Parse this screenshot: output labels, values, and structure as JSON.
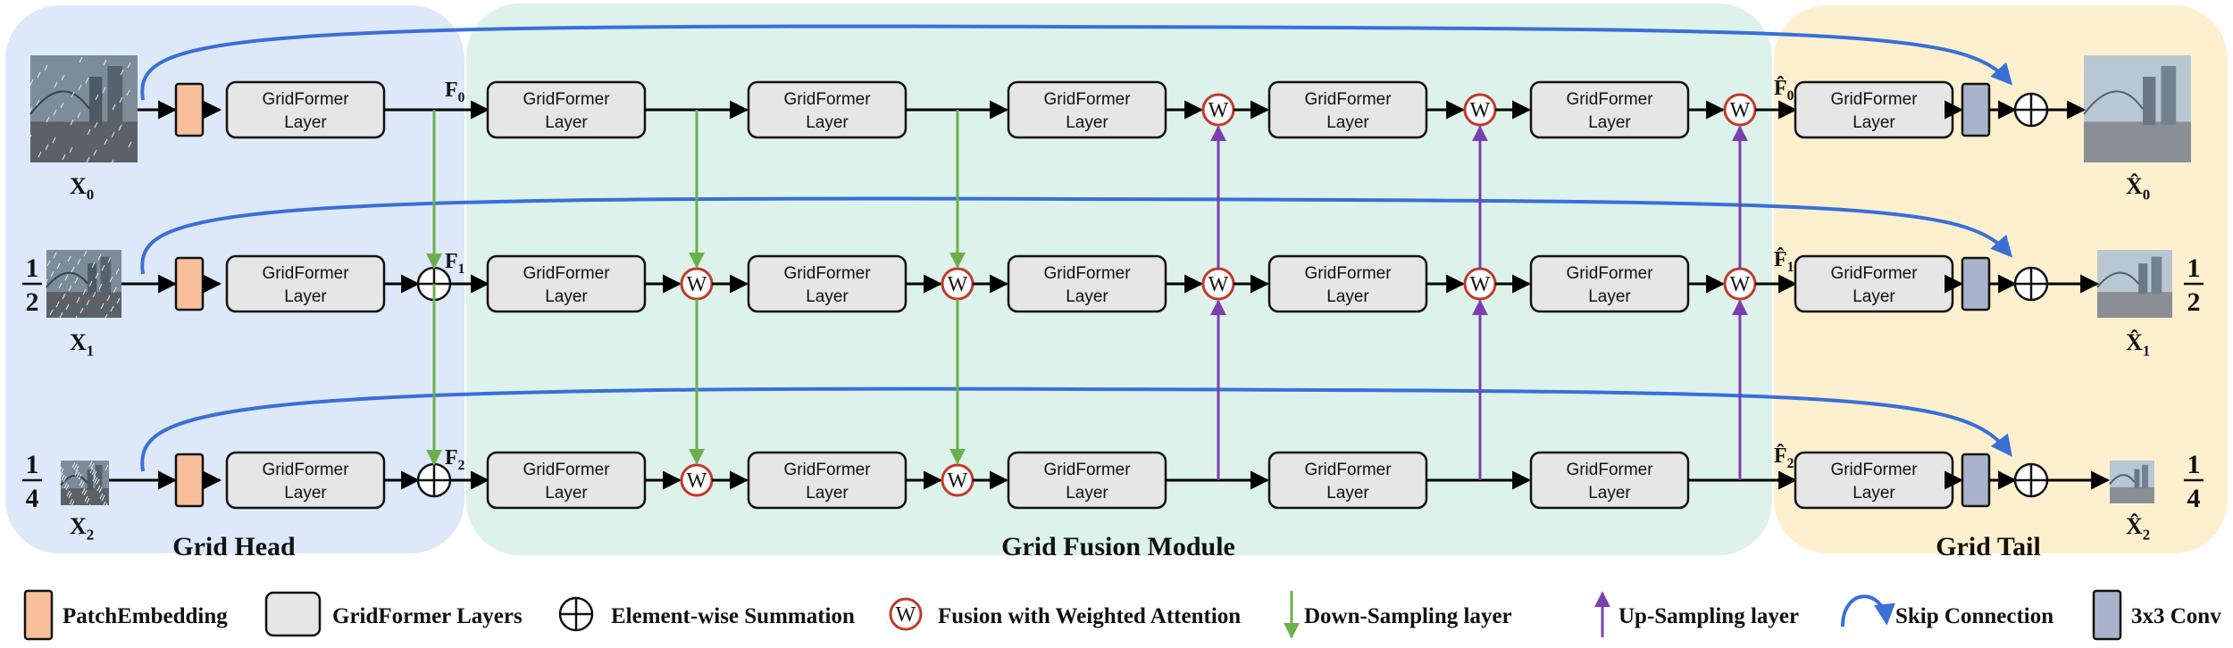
{
  "regions": {
    "head": "Grid Head",
    "fusion": "Grid Fusion Module",
    "tail": "Grid Tail"
  },
  "box": {
    "line1": "GridFormer",
    "line2": "Layer"
  },
  "fusion_symbol": "W",
  "inputs": {
    "x0": "X",
    "x1": "X",
    "x2": "X",
    "sub0": "0",
    "sub1": "1",
    "sub2": "2"
  },
  "outputs": {
    "y0": "X̂",
    "y1": "X̂",
    "y2": "X̂",
    "sub0": "0",
    "sub1": "1",
    "sub2": "2"
  },
  "features": {
    "f": "F",
    "fhat": "F̂",
    "sub0": "0",
    "sub1": "1",
    "sub2": "2"
  },
  "scales": {
    "half_num": "1",
    "half_den": "2",
    "quarter_num": "1",
    "quarter_den": "4"
  },
  "legend": {
    "patch": "PatchEmbedding",
    "layers": "GridFormer Layers",
    "sum": "Element-wise Summation",
    "fusion": "Fusion with Weighted Attention",
    "down": "Down-Sampling layer",
    "up": "Up-Sampling layer",
    "skip": "Skip Connection",
    "conv": "3x3 Conv"
  },
  "colors": {
    "head_bg": "#dde8f9",
    "fusion_bg": "#dcf2ea",
    "tail_bg": "#fdf0cf",
    "patch": "#f7c09a",
    "box": "#e6e6e6",
    "conv": "#a9b3cb",
    "fusion_ring": "#c0392b",
    "down_arrow": "#6ab04c",
    "up_arrow": "#7b3fb0",
    "skip_arrow": "#3a6fd8"
  }
}
